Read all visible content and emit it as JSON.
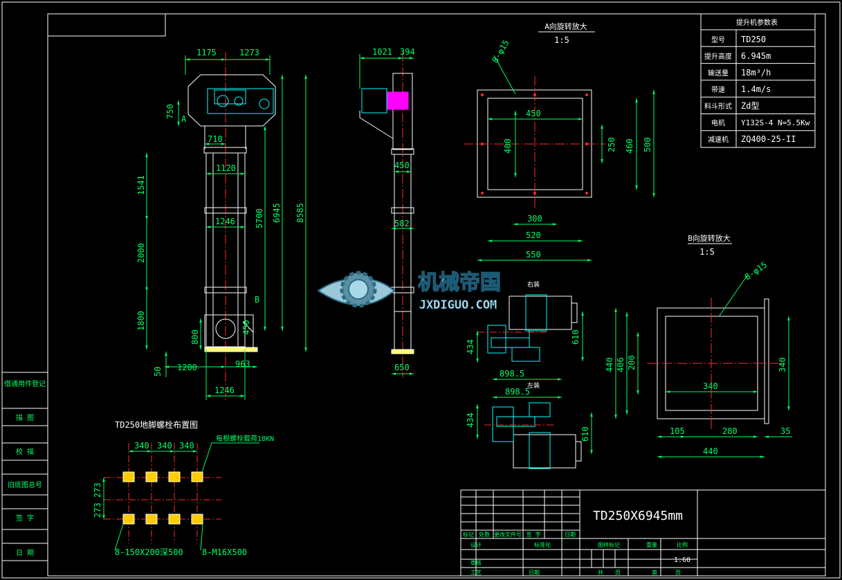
{
  "params_table": {
    "title": "提升机参数表",
    "rows": [
      {
        "label": "型号",
        "value": "TD250"
      },
      {
        "label": "提升高度",
        "value": "6.945m"
      },
      {
        "label": "输送量",
        "value": "18m³/h"
      },
      {
        "label": "带速",
        "value": "1.4m/s"
      },
      {
        "label": "料斗形式",
        "value": "Zd型"
      },
      {
        "label": "电机",
        "value": "Y132S-4  N=5.5Kw"
      },
      {
        "label": "减速机",
        "value": "ZQ400-25-II"
      }
    ]
  },
  "front_view": {
    "dims": [
      "1175",
      "1273",
      "750",
      "A",
      "710",
      "1120",
      "1541",
      "1246",
      "5700",
      "6945",
      "8585",
      "2000",
      "B",
      "1800",
      "800",
      "450",
      "1200",
      "963",
      "50",
      "1246"
    ]
  },
  "side_view": {
    "dims": [
      "1021",
      "394",
      "450",
      "582",
      "650"
    ]
  },
  "detail_a": {
    "title": "A向旋转放大",
    "scale": "1:5",
    "holes": "8-φ15",
    "dims": [
      "450",
      "400",
      "250",
      "460",
      "500",
      "300",
      "520",
      "550"
    ]
  },
  "detail_b": {
    "title": "B向旋转放大",
    "scale": "1:5",
    "holes": "8-φ15",
    "dims": [
      "440",
      "406",
      "200",
      "340",
      "340",
      "105",
      "280",
      "35",
      "440"
    ]
  },
  "drive_views": {
    "right_label": "右装",
    "left_label": "左装",
    "dims_right": [
      "434",
      "610",
      "898.5"
    ],
    "dims_left": [
      "898.5",
      "434",
      "610"
    ]
  },
  "foundation": {
    "title": "TD250地脚螺栓布置图",
    "dims_top": [
      "340",
      "340",
      "340"
    ],
    "dims_left": "273 273",
    "load_note": "每根螺栓载荷18KN",
    "note_left": "8-150X200深500",
    "note_right": "8-M16X500"
  },
  "side_stamp": {
    "rows": [
      "借通用件登记",
      "描  图",
      "校  描",
      "旧底图总号",
      "签  字",
      "日  期"
    ]
  },
  "title_block": {
    "drawing_name": "TD250X6945mm",
    "header_cells": [
      "标记",
      "处数",
      "更改文件号",
      "签  字",
      "日期"
    ],
    "row_design": [
      "设计",
      "标准化"
    ],
    "row_review": "审核",
    "row_process": [
      "工艺",
      "日期"
    ],
    "stage_labels": [
      "图样标记",
      "重量",
      "比例"
    ],
    "scale_value": "1:60",
    "sheet_labels": [
      "共",
      "页",
      "第",
      "页"
    ]
  },
  "watermark": {
    "brand": "机械帝国",
    "url": "JXDIGUO.COM"
  },
  "colors": {
    "background": "#000000",
    "frame": "#ffffff",
    "dimension": "#00ff66",
    "centerline": "#ff2a2a",
    "highlight": "#00ffff",
    "motor": "#ff00ff",
    "bolt": "#ffcc00"
  }
}
